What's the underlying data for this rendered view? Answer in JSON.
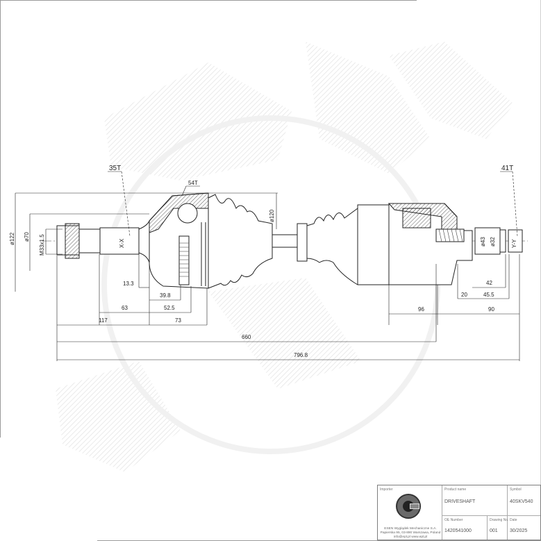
{
  "drawing": {
    "watermark": "EPL gear logo",
    "callouts": {
      "outer_spline": "35T",
      "abs_ring": "54T",
      "inner_spline": "41T"
    },
    "shaft_markers": {
      "outer": "X-X",
      "inner": "Y-Y"
    },
    "diameters": {
      "d122": "ø122",
      "d70": "ø70",
      "thread": "M33x1.5",
      "d120": "ø120",
      "d43": "ø43",
      "d32": "ø32"
    },
    "dimensions": {
      "d13_3": "13.3",
      "d39_8": "39.8",
      "d63": "63",
      "d52_5": "52.5",
      "d117": "117",
      "d73": "73",
      "d660": "660",
      "d796_8": "796.8",
      "d42": "42",
      "d20": "20",
      "d45_5": "45.5",
      "d96": "96",
      "d90": "90"
    }
  },
  "title_block": {
    "importer_label": "Importer",
    "importer_address": "ESEN Wyglądek Mechaniczne S.A. Papierska 95, 03-890 Warszawa, Poland info@epl.pl www.epl.pl",
    "product_label": "Product name",
    "product_value": "DRIVESHAFT",
    "symbol_label": "Symbol",
    "symbol_value": "40SKV540",
    "oe_label": "OE Number",
    "oe_value": "1420541000",
    "drawing_no_label": "Drawing No.",
    "drawing_no_value": "001",
    "date_label": "Date",
    "date_value": "30/2025"
  }
}
